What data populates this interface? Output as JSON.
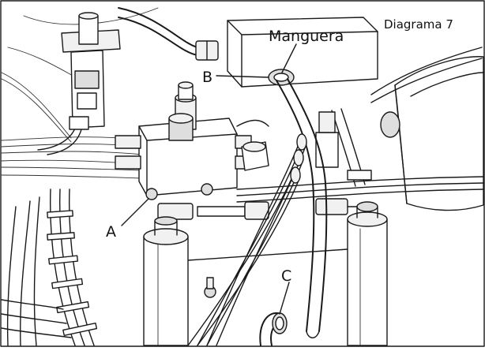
{
  "figure": {
    "title": "Diagrama 7",
    "callouts": {
      "hose": "Manguera",
      "a": "A",
      "b": "B",
      "c": "C"
    }
  },
  "colors": {
    "ink": "#1a1a1a",
    "paper": "#ffffff",
    "shade": "#dedede"
  }
}
